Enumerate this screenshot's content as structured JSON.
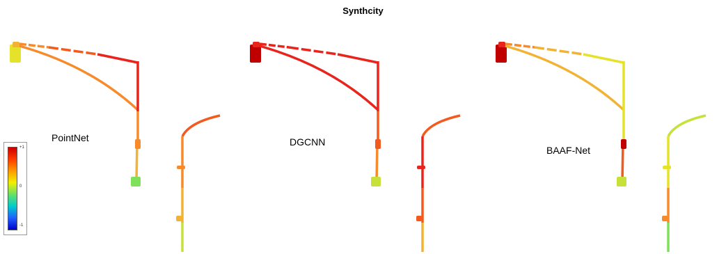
{
  "title": "Synthcity",
  "methods": [
    "PointNet",
    "DGCNN",
    "BAAF-Net"
  ],
  "legend": {
    "ticks": [
      "+1",
      "0",
      "-1"
    ],
    "colors": [
      "#cc0000",
      "#ff3b00",
      "#ff9a00",
      "#f0f000",
      "#66e066",
      "#00cccc",
      "#2060ff",
      "#0000cc"
    ]
  },
  "colors": {
    "dark_red": "#c00000",
    "red": "#e8241c",
    "orange_red": "#f25a1e",
    "orange": "#f78a2a",
    "yellow_orange": "#f2b233",
    "yellow": "#e6e22a",
    "yellow_green": "#c8e03a",
    "green": "#7fe05a"
  }
}
